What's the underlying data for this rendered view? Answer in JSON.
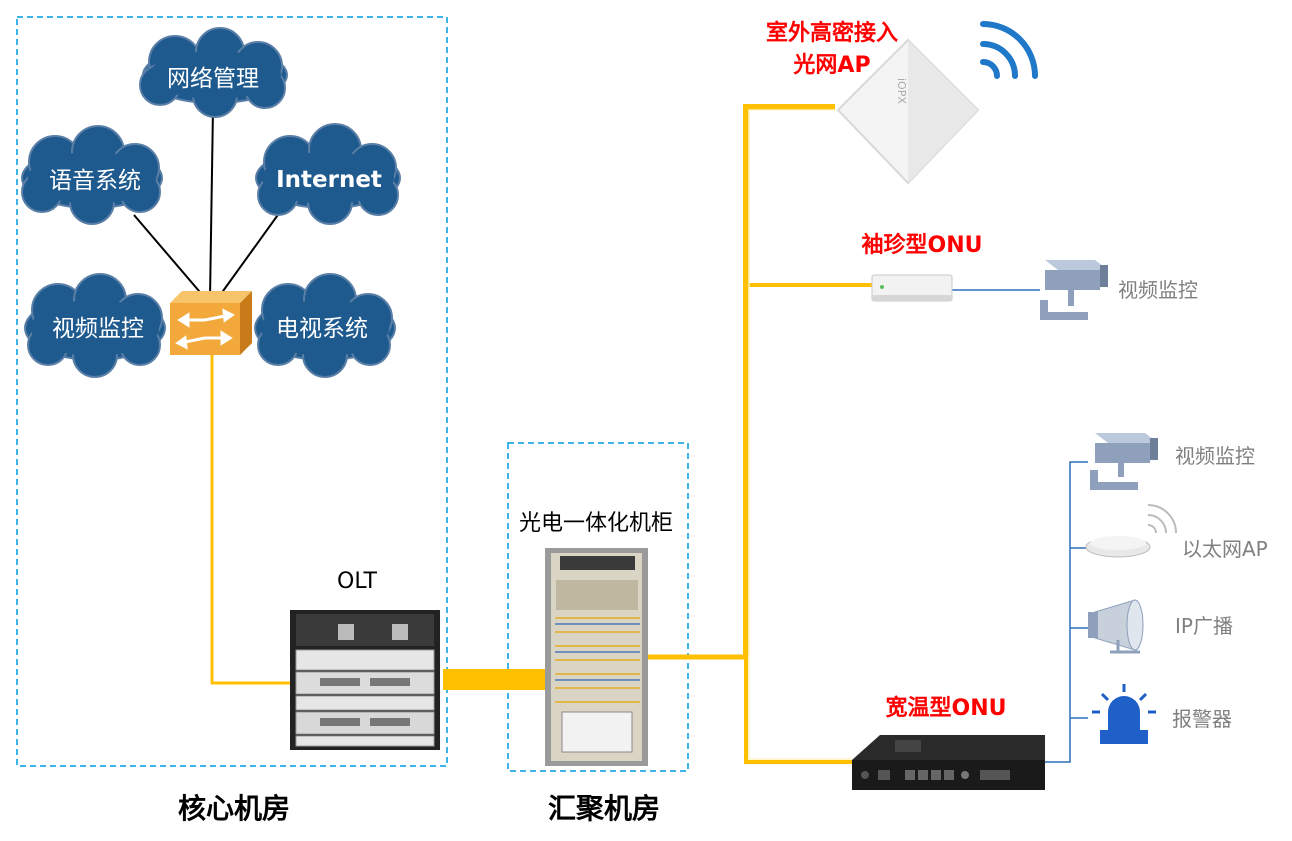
{
  "clouds": {
    "network_mgmt": "网络管理",
    "voice_system": "语音系统",
    "internet": "Internet",
    "video_surveillance": "视频监控",
    "tv_system": "电视系统"
  },
  "equipment": {
    "olt_label": "OLT",
    "cabinet_label": "光电一体化机柜",
    "outdoor_ap_line1": "室外高密接入",
    "outdoor_ap_line2": "光网AP",
    "outdoor_ap_brand": "iOPX",
    "mini_onu_label": "袖珍型ONU",
    "wide_temp_onu_label": "宽温型ONU"
  },
  "endpoints": {
    "mini_onu_camera": "视频监控",
    "camera": "视频监控",
    "ethernet_ap": "以太网AP",
    "ip_broadcast": "IP广播",
    "alarm": "报警器"
  },
  "rooms": {
    "core_room": "核心机房",
    "aggregation_room": "汇聚机房"
  },
  "colors": {
    "cloud_fill": "#1f5a8f",
    "fiber": "#ffc000",
    "dash_border": "#3fb4e8",
    "red_label": "#ff0000",
    "switch": "#f2a83a",
    "wifi_blue": "#1f78c8",
    "device_blue": "#2f6fb8"
  }
}
